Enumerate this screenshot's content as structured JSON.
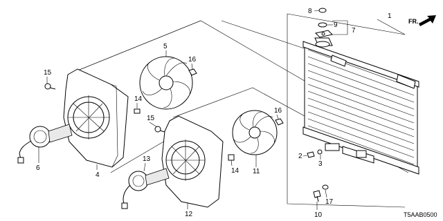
{
  "diagram": {
    "code": "T5AAB0500",
    "direction_label": "FR.",
    "callouts": [
      "1",
      "2",
      "3",
      "4",
      "5",
      "6",
      "7",
      "8",
      "9",
      "10",
      "11",
      "12",
      "13",
      "14",
      "15",
      "16",
      "17"
    ]
  },
  "parts": {
    "radiator": "1",
    "drain_plug": "2",
    "o_ring_drain": "3",
    "fan_shroud_main": "4",
    "fan_main": "5",
    "fan_motor_main": "6",
    "cap_assembly": "7",
    "cap_washer": "8",
    "cap_seal": "9",
    "lower_bolt": "10",
    "fan_sub": "11",
    "fan_shroud_sub": "12",
    "fan_motor_sub": "13",
    "bolt_14_upper": "14",
    "bolt_14_lower": "14",
    "bolt_15_upper": "15",
    "bolt_15_lower": "15",
    "nut_16_upper": "16",
    "nut_16_lower": "16",
    "grommet": "17"
  }
}
